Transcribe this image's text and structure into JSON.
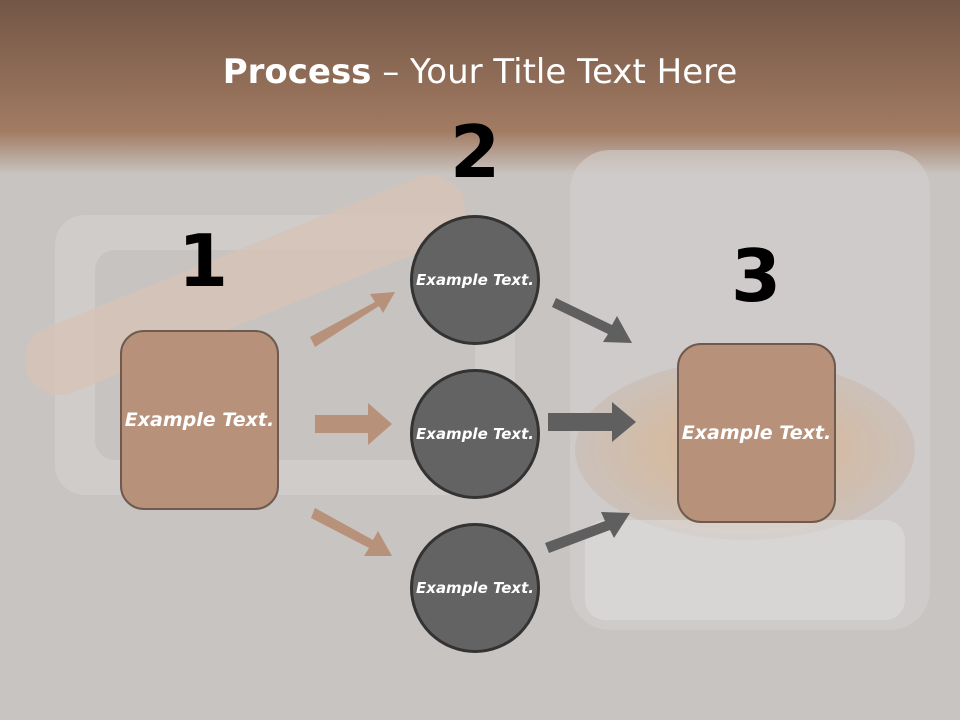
{
  "slide": {
    "title_bold": "Process",
    "title_rest": " – Your Title Text Here"
  },
  "steps": [
    {
      "number": "1",
      "label": "Example Text."
    },
    {
      "number": "2",
      "items": [
        "Example Text.",
        "Example Text.",
        "Example Text."
      ]
    },
    {
      "number": "3",
      "label": "Example Text."
    }
  ],
  "colors": {
    "box_fill": "#b7917a",
    "circle_fill": "#636363",
    "arrow_left": "#b7917a",
    "arrow_right": "#5f5f5f",
    "header_band": "#8f6b55"
  }
}
